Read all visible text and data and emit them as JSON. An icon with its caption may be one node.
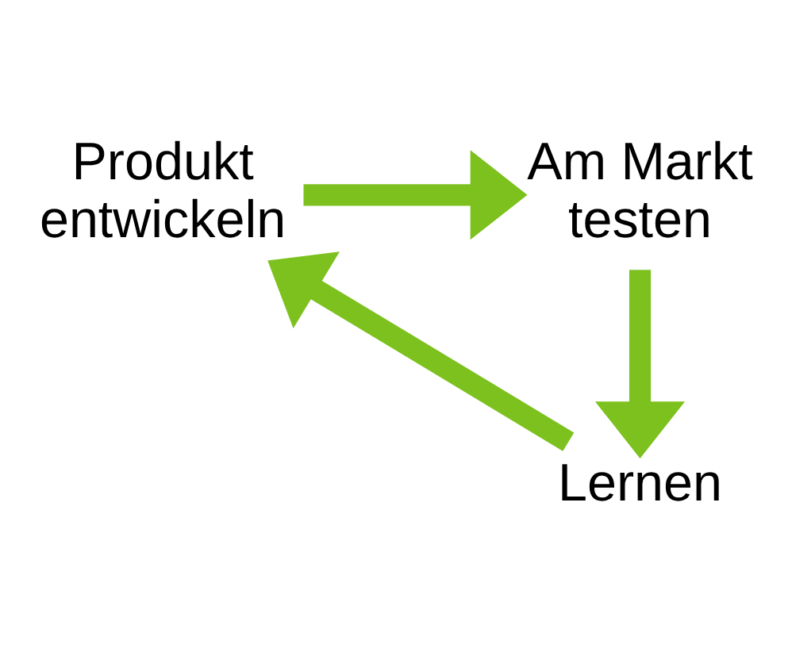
{
  "diagram": {
    "nodes": [
      {
        "text": [
          "Produkt entwickeln"
        ]
      },
      {
        "text": [
          "Am Markt testen"
        ]
      },
      {
        "text": [
          "Lernen"
        ]
      }
    ],
    "edges": [
      {
        "from": 0,
        "to": 1,
        "arrow": "to"
      },
      {
        "from": 1,
        "to": 2,
        "arrow": "to"
      },
      {
        "from": 2,
        "to": 0,
        "arrow": "to"
      }
    ]
  }
}
